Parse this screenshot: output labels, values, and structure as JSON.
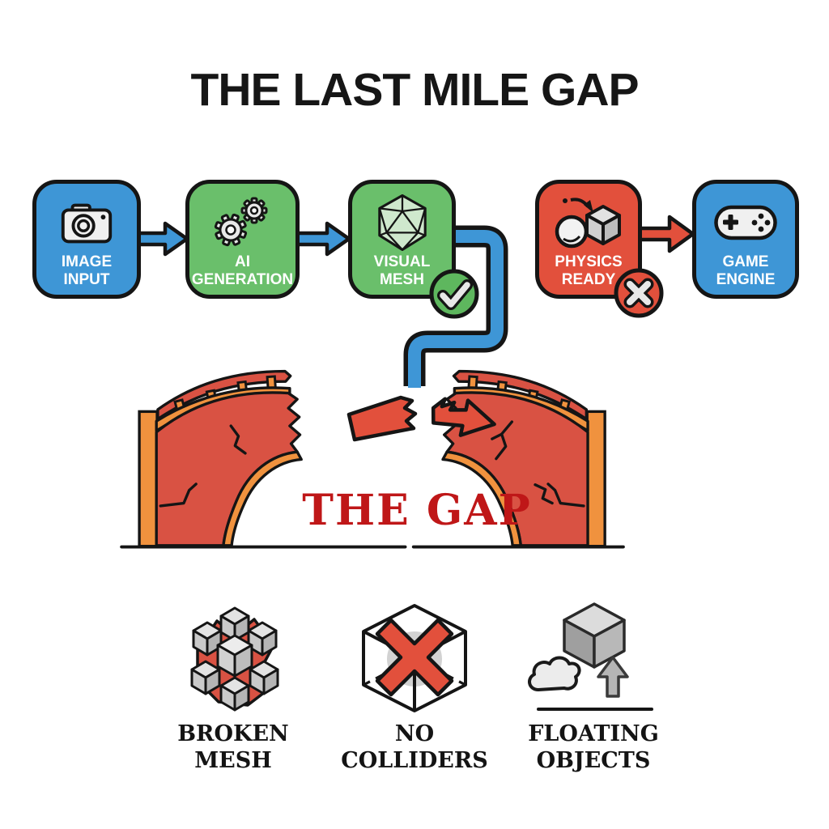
{
  "title": "THE LAST MILE GAP",
  "colors": {
    "step_blue": "#3e96d6",
    "step_green": "#6abf6b",
    "step_red": "#e2503c",
    "bridge_red": "#d95243",
    "bridge_orange": "#f0923e",
    "outline": "#151515",
    "gap_text": "#bf1718",
    "success_badge": "#5eb75e",
    "failure_badge": "#e2503c"
  },
  "pipeline": {
    "steps": [
      {
        "line1": "IMAGE",
        "line2": "INPUT",
        "icon": "camera-icon",
        "color": "#3e96d6",
        "badge": ""
      },
      {
        "line1": "AI",
        "line2": "GENERATION",
        "icon": "gears-icon",
        "color": "#6abf6b",
        "badge": ""
      },
      {
        "line1": "VISUAL",
        "line2": "MESH",
        "icon": "icosahedron-icon",
        "color": "#6abf6b",
        "badge": "check"
      },
      {
        "line1": "PHYSICS",
        "line2": "READY",
        "icon": "physics-icon",
        "color": "#e2503c",
        "badge": "cross"
      },
      {
        "line1": "GAME",
        "line2": "ENGINE",
        "icon": "gamepad-icon",
        "color": "#3e96d6",
        "badge": ""
      }
    ]
  },
  "gap": {
    "label": "THE GAP"
  },
  "failures": [
    {
      "line1": "BROKEN",
      "line2": "MESH",
      "icon": "broken-mesh-icon"
    },
    {
      "line1": "NO",
      "line2": "COLLIDERS",
      "icon": "no-colliders-icon"
    },
    {
      "line1": "FLOATING",
      "line2": "OBJECTS",
      "icon": "floating-objects-icon"
    }
  ]
}
